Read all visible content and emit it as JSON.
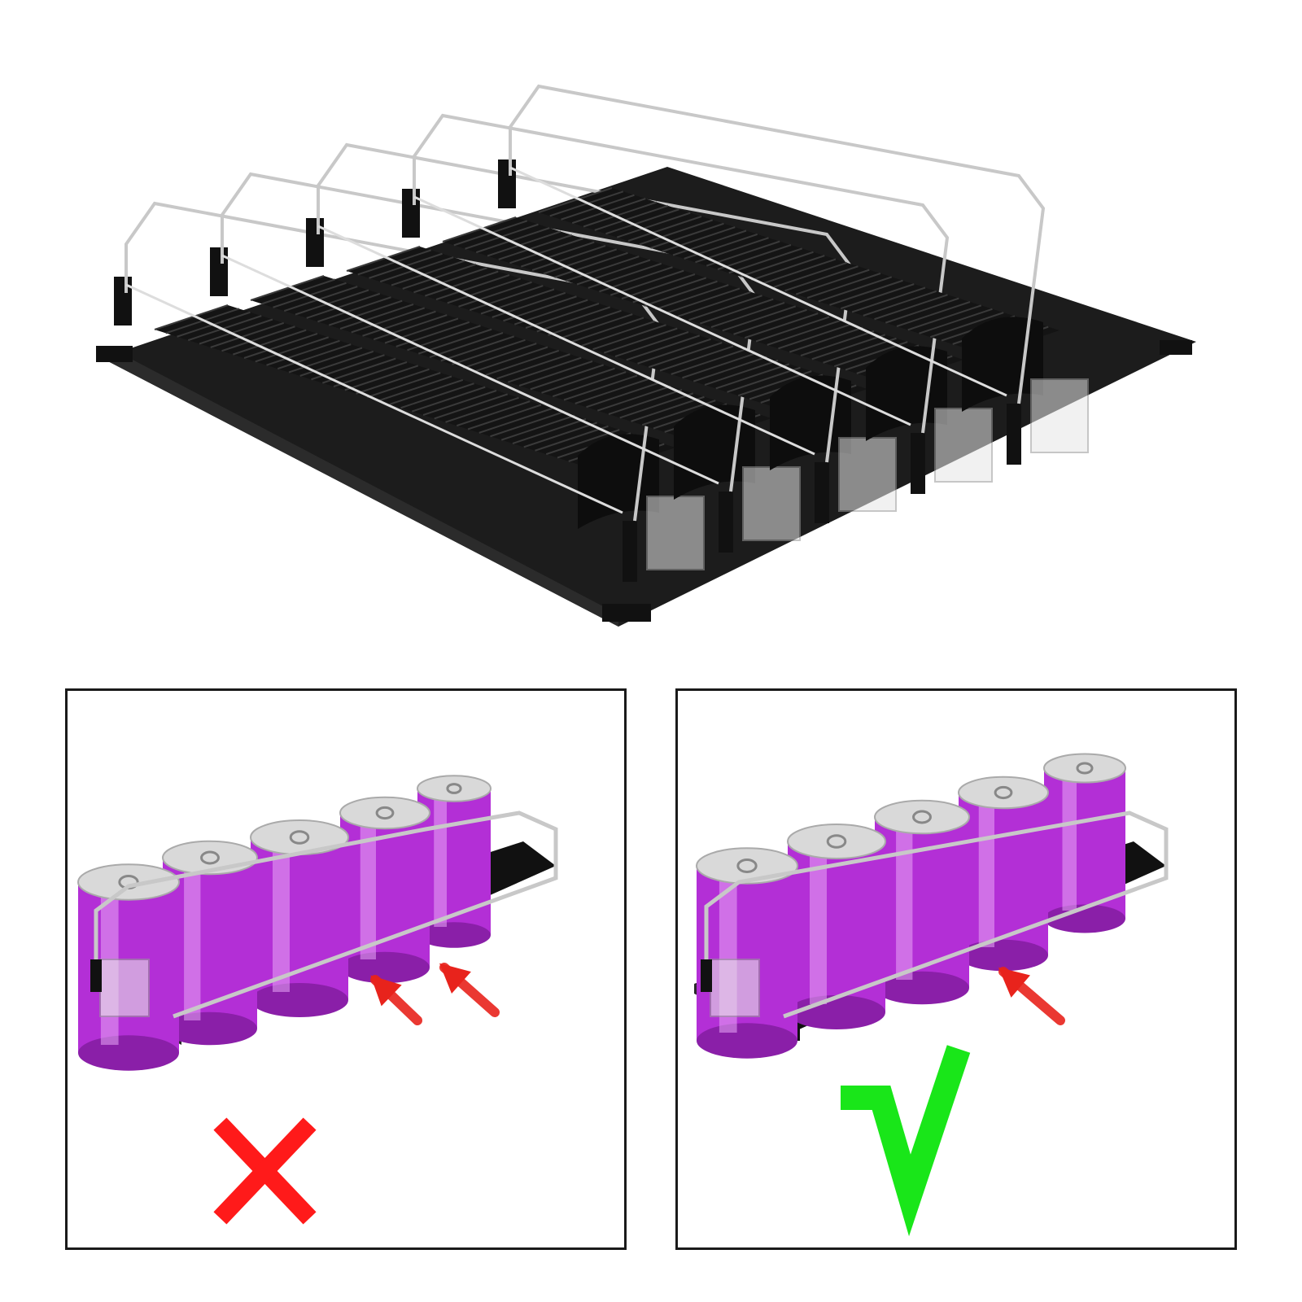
{
  "colors": {
    "background": "#ffffff",
    "rail": "#111111",
    "wire": "#c8c8c8",
    "can_purple": "#b32fd6",
    "can_top": "#d9d9d9",
    "arrow": "#e8231c",
    "wrong_mark": "#ff1a1a",
    "correct_mark": "#19e619"
  },
  "hero": {
    "lanes": 5,
    "icon": "drink-pusher-tray-illustration"
  },
  "panel_wrong": {
    "cans": 5,
    "arrows": 2,
    "mark": "cross-icon"
  },
  "panel_correct": {
    "cans": 5,
    "arrows": 1,
    "mark": "check-icon"
  }
}
